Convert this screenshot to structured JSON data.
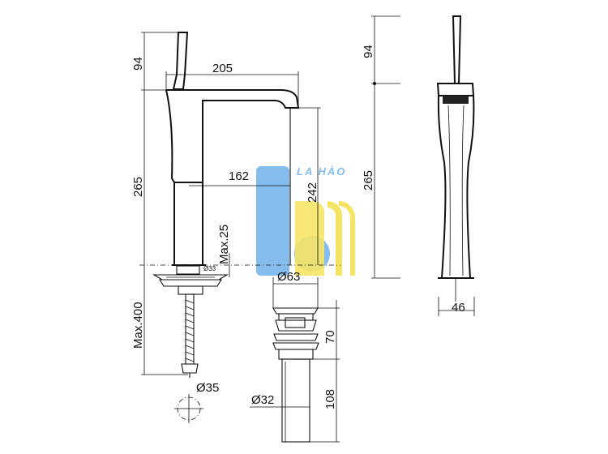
{
  "dimensions": {
    "spout_height_top": "94",
    "spout_reach": "205",
    "body_height": "265",
    "outlet_reach": "162",
    "outlet_height": "242",
    "deck_thickness": "Max.25",
    "hose_length": "Max.400",
    "hole_diameter": "Ø35",
    "drain_flange_diameter": "Ø63",
    "drain_body_height": "70",
    "drain_tail_diameter": "Ø32",
    "drain_tail_length": "108",
    "side_top_height": "94",
    "side_body_height": "265",
    "side_base_width": "46",
    "small_note": "Ø33"
  },
  "logo": {
    "text": "LA HÀO",
    "colors": {
      "blue": "#6fb2ea",
      "yellow": "#f4e04a"
    }
  }
}
